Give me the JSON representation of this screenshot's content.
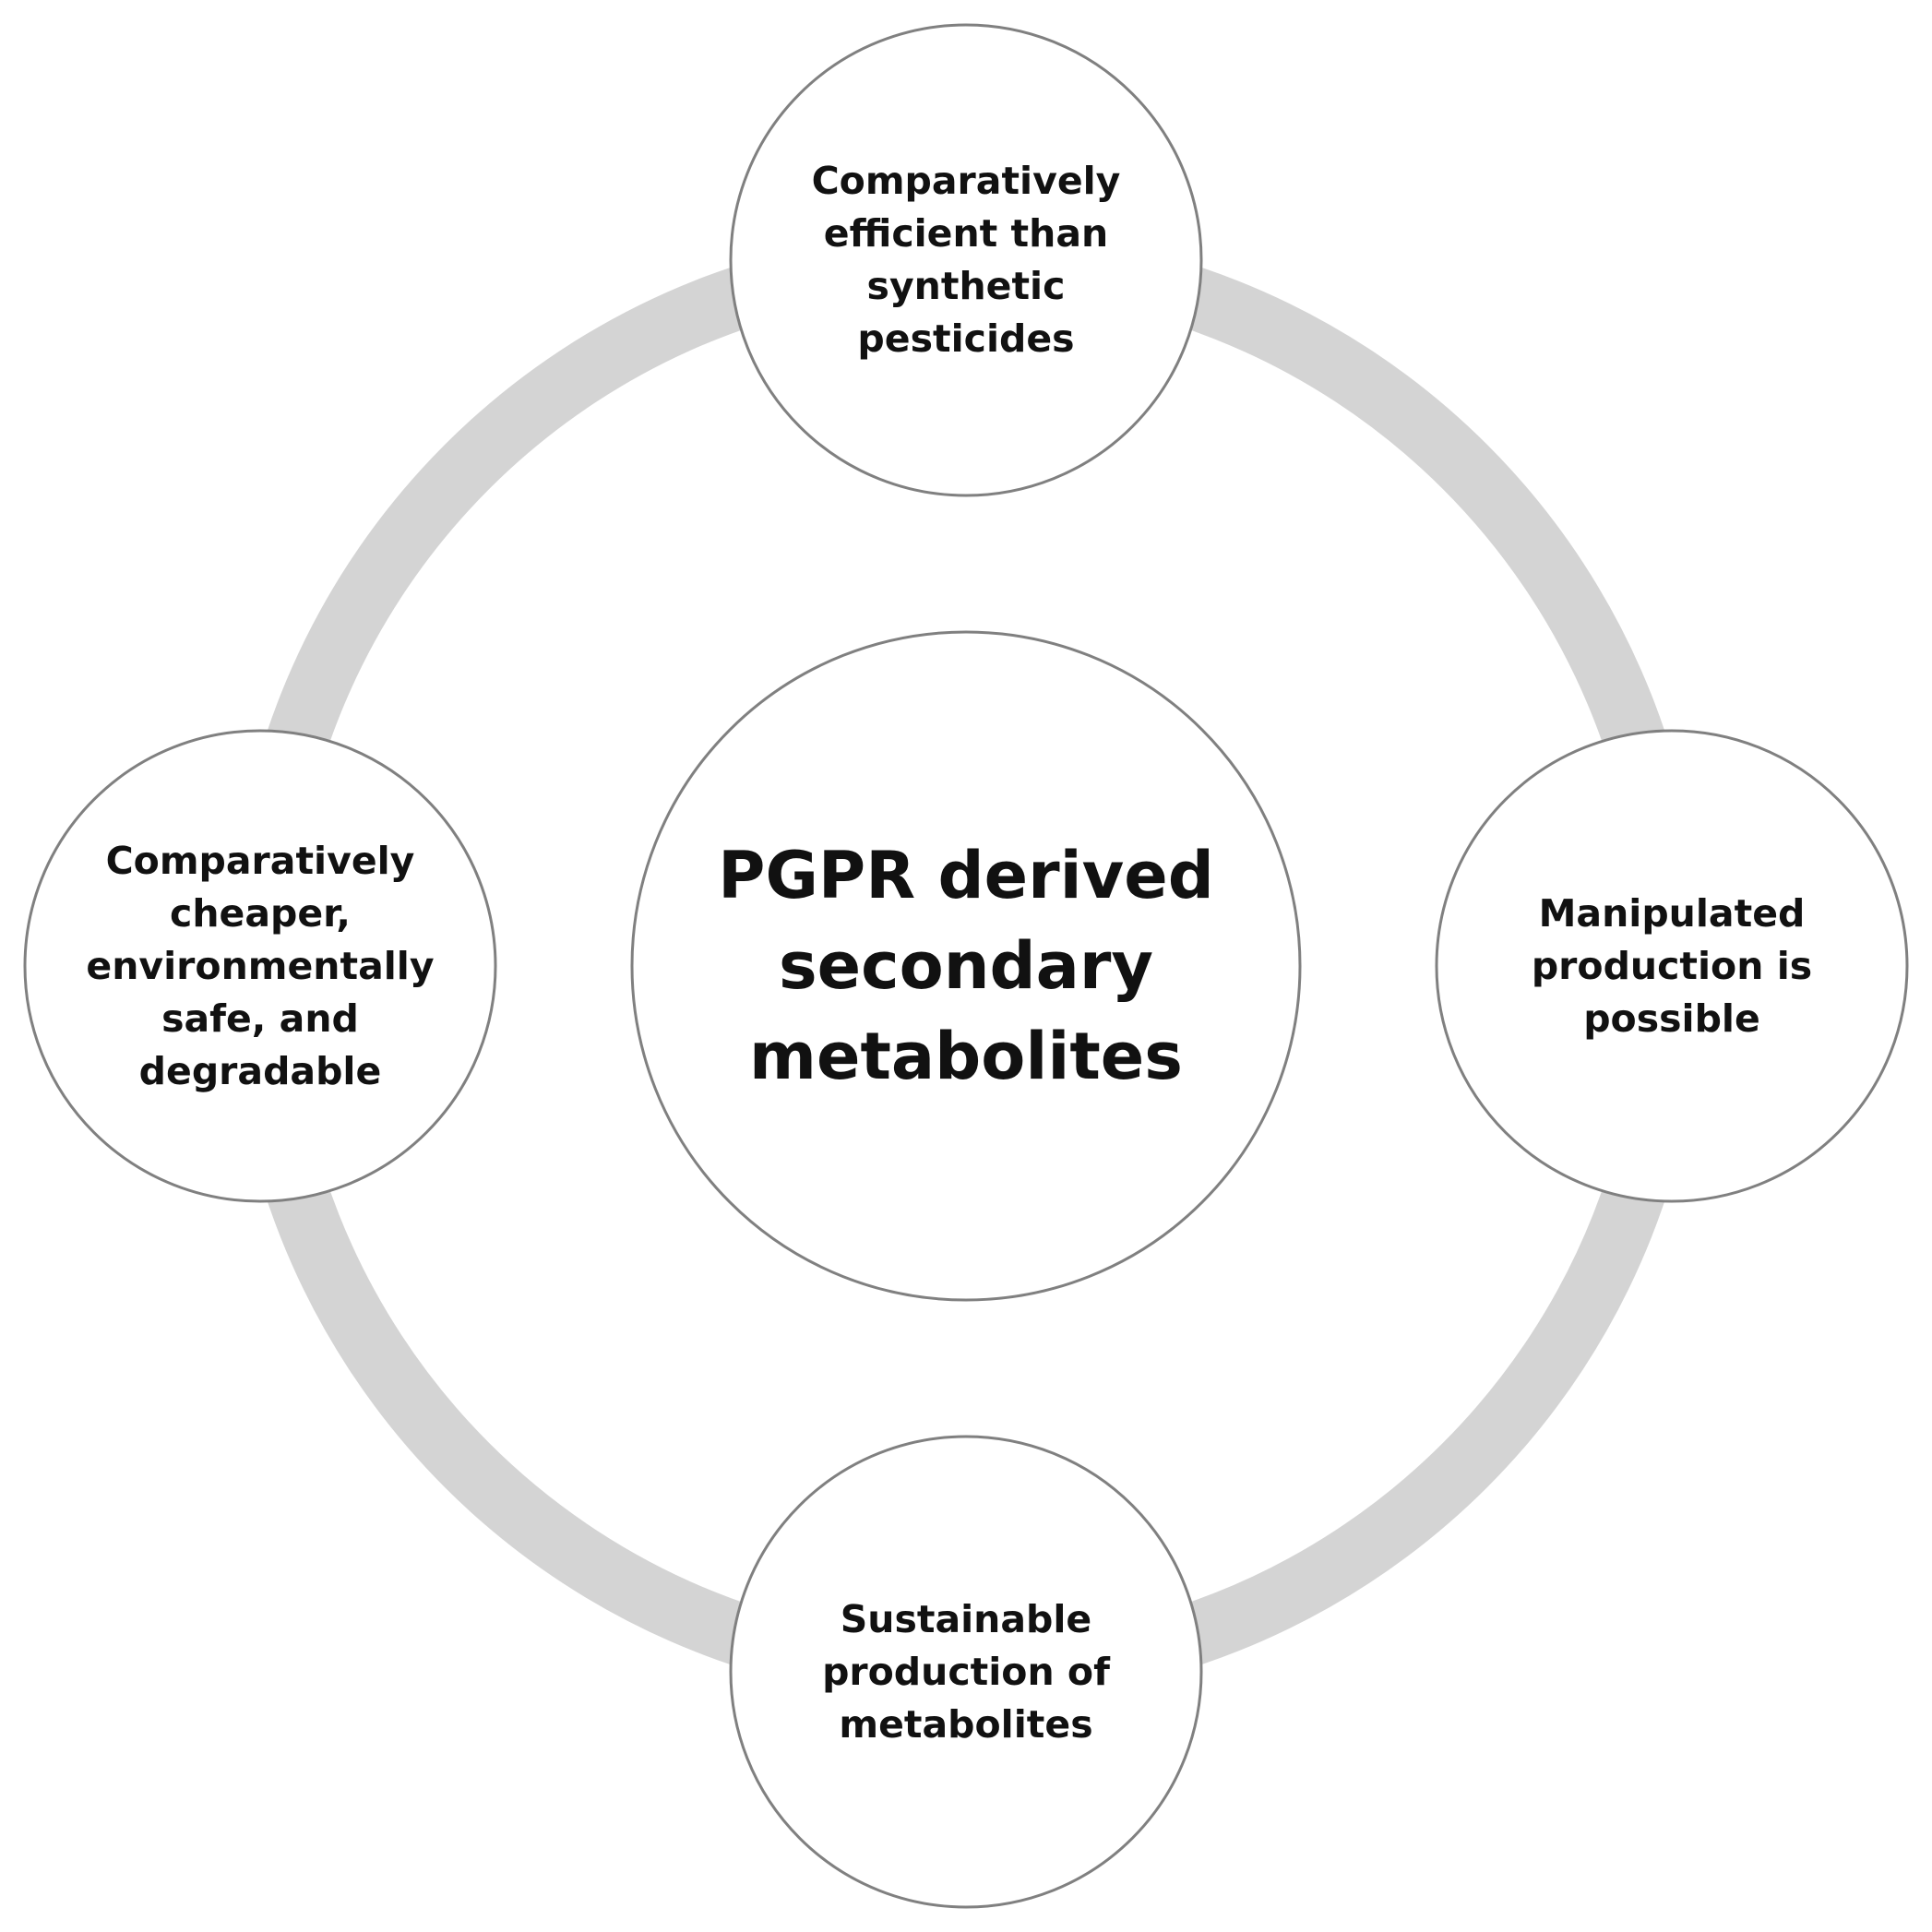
{
  "diagram": {
    "center": {
      "text": "PGPR derived\nsecondary\nmetabolites"
    },
    "nodes": {
      "top": {
        "text": "Comparatively\nefficient than\nsynthetic\npesticides"
      },
      "right": {
        "text": "Manipulated\nproduction is\npossible"
      },
      "bottom": {
        "text": "Sustainable\nproduction of\nmetabolites"
      },
      "left": {
        "text": "Comparatively\ncheaper,\nenvironmentally\nsafe, and\ndegradable"
      }
    },
    "colors": {
      "ring": "#d4d4d4",
      "circle_stroke": "#808080",
      "circle_fill": "#ffffff",
      "text": "#111111"
    }
  }
}
